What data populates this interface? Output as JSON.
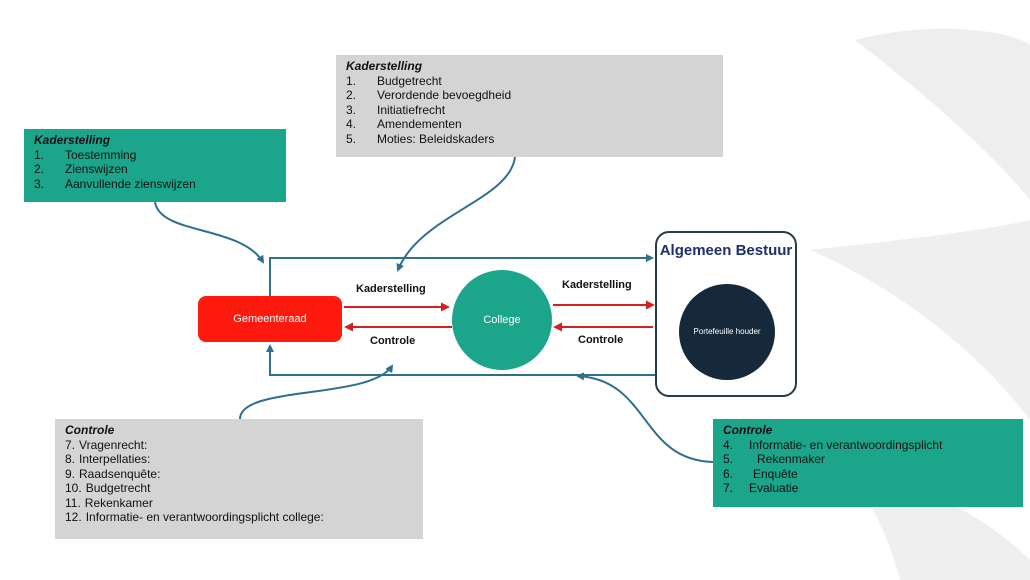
{
  "kaderstelling_top": {
    "title": "Kaderstelling",
    "items": [
      {
        "n": "1.",
        "text": "Budgetrecht"
      },
      {
        "n": "2.",
        "text": "Verordende bevoegdheid"
      },
      {
        "n": "3.",
        "text": "Initiatiefrecht"
      },
      {
        "n": "4.",
        "text": "Amendementen"
      },
      {
        "n": "5.",
        "text": "Moties: Beleidskaders"
      }
    ]
  },
  "kaderstelling_left": {
    "title": "Kaderstelling",
    "items": [
      {
        "n": "1.",
        "text": "Toestemming"
      },
      {
        "n": "2.",
        "text": "Zienswijzen"
      },
      {
        "n": "3.",
        "text": "Aanvullende zienswijzen"
      }
    ]
  },
  "controle_left": {
    "title": "Controle",
    "items": [
      {
        "n": "7.",
        "text": "Vragenrecht:"
      },
      {
        "n": "8.",
        "text": "Interpellaties:"
      },
      {
        "n": "9.",
        "text": "Raadsenquête:"
      },
      {
        "n": "10.",
        "text": "Budgetrecht"
      },
      {
        "n": "11.",
        "text": "Rekenkamer"
      },
      {
        "n": "12.",
        "text": "Informatie- en verantwoordingsplicht college:"
      }
    ]
  },
  "controle_right": {
    "title": "Controle",
    "items": [
      {
        "n": "4.",
        "text": "Informatie- en verantwoordingsplicht"
      },
      {
        "n": "5.",
        "text": "Rekenmaker"
      },
      {
        "n": "6.",
        "text": "Enquête"
      },
      {
        "n": "7.",
        "text": "Evaluatie"
      }
    ]
  },
  "nodes": {
    "gemeenteraad": "Gemeenteraad",
    "college": "College",
    "algemeen_bestuur": "Algemeen Bestuur",
    "portefeuillehouder": "Portefeuille houder"
  },
  "flow_labels": {
    "kaderstelling_left": "Kaderstelling",
    "controle_left": "Controle",
    "kaderstelling_right": "Kaderstelling",
    "controle_right": "Controle"
  },
  "colors": {
    "teal": "#1ba58a",
    "grey": "#d4d4d4",
    "red": "#ff1a10",
    "navy": "#16293a",
    "arrow_blue": "#2e6e8e",
    "arrow_red": "#d42020"
  }
}
